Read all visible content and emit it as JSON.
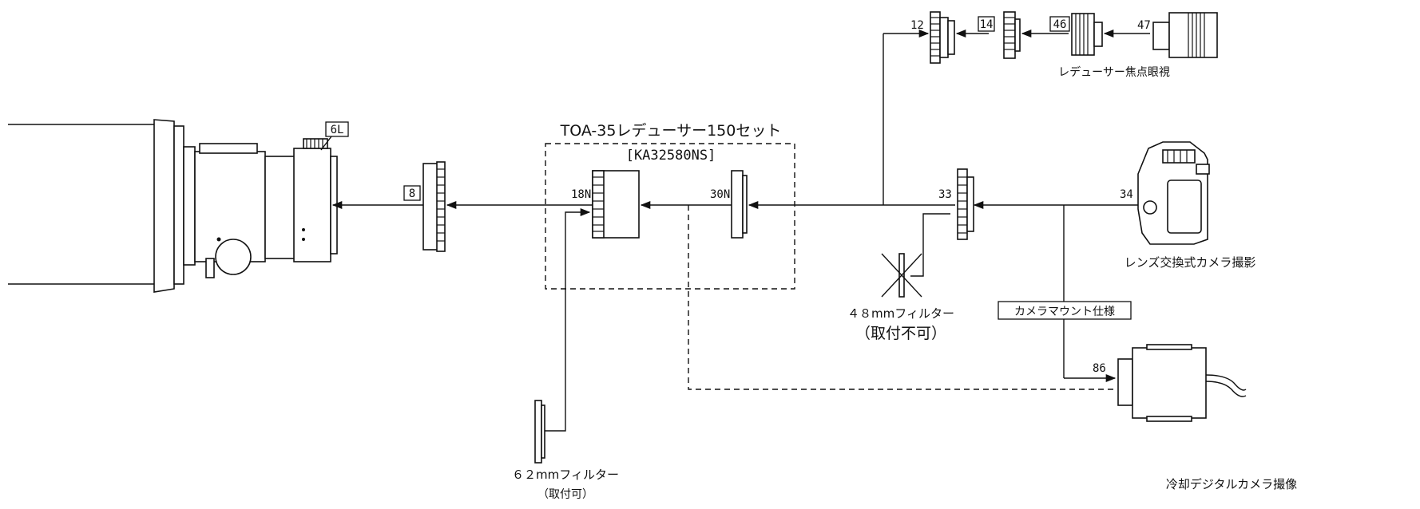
{
  "set": {
    "title": "TOA-35レデューサー150セット",
    "code": "[KA32580NS]"
  },
  "parts": {
    "p6L": "6L",
    "p8": "8",
    "p18N": "18N",
    "p30N": "30N",
    "p33": "33",
    "p34": "34",
    "p12": "12",
    "p14": "14",
    "p46": "46",
    "p47": "47",
    "p86": "86"
  },
  "captions": {
    "reducer_focus": "レデューサー焦点眼視",
    "camera_lens": "レンズ交換式カメラ撮影",
    "camera_mount": "カメラマウント仕様",
    "filter48": "４８mmフィルター",
    "filter48_note": "（取付不可）",
    "filter62": "６２mmフィルター",
    "filter62_note": "（取付可）",
    "cooled_camera": "冷却デジタルカメラ撮像"
  }
}
